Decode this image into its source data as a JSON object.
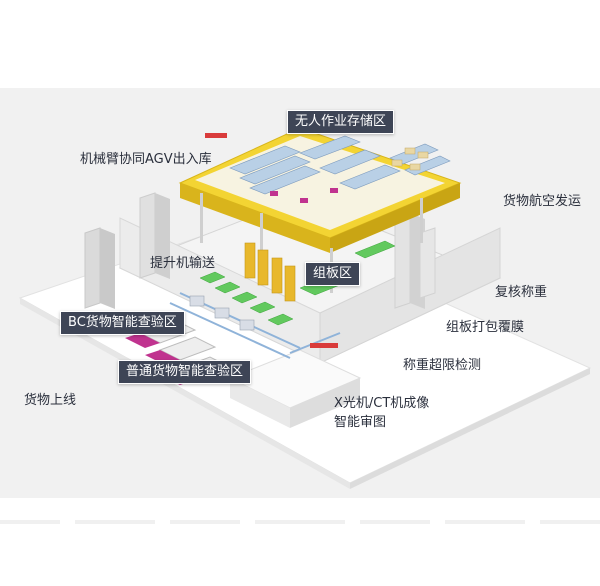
{
  "labels": {
    "unmanned_storage": "无人作业存储区",
    "robot_arm_agv": "机械臂协同AGV出入库",
    "air_shipping": "货物航空发运",
    "lift_conveyor": "提升机输送",
    "pallet_zone": "组板区",
    "recheck_weigh": "复核称重",
    "bc_inspection": "BC货物智能查验区",
    "pallet_wrap": "组板打包覆膜",
    "general_inspection": "普通货物智能查验区",
    "overweight_check": "称重超限检测",
    "cargo_online": "货物上线",
    "xray_ct_line1": "X光机/CT机成像",
    "xray_ct_line2": "智能审图"
  },
  "colors": {
    "label_box": "#3e4556",
    "label_text_plain": "#2a2f3c",
    "storage_yellow": "#f0cf2a",
    "zone_green": "#5cc85a",
    "lift_orange": "#e5b22a",
    "truck_magenta": "#c0338f",
    "conveyor_blue": "#8fb3d9"
  }
}
